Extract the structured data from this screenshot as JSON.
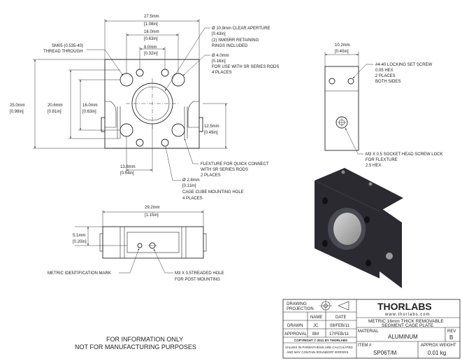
{
  "front_view": {
    "width": "27.5mm",
    "width_in": "[1.08in]",
    "rod_spacing": "16.0mm",
    "rod_spacing_in": "[0.63in]",
    "inner_spacing": "8.0mm",
    "inner_spacing_in": "[0.32in]",
    "height": "25.0mm",
    "height_in": "[0.98in]",
    "h2": "20.6mm",
    "h2_in": "[0.81in]",
    "h3": "16.0mm",
    "h3_in": "[0.63in]",
    "h4": "12.5mm",
    "h4_in": "[0.49in]",
    "offset": "13.8mm",
    "offset_in": "[0.54in]",
    "callouts": {
      "thread": [
        "SM05 (0.535-40)",
        "THREAD THROUGH"
      ],
      "aperture": [
        "Ø 10.9mm CLEAR APERTURE",
        "[0.43in]",
        "(2) SM05RR RETAINING",
        "RINGS INCLUDED"
      ],
      "rods": [
        "Ø 4.0mm",
        "[0.16in]",
        "FOR USE WITH SR SERIES RODS",
        "4 PLACES"
      ],
      "flexure": [
        "FLEXTURE FOR QUICK CONNECT",
        "WITH SR SERIES RODS",
        "2 PLACES"
      ],
      "cage_hole": [
        "Ø 2.8mm",
        "[0.11in]",
        "CAGE CUBE MOUNTING HOLE",
        "4 PLACES"
      ]
    }
  },
  "side_view": {
    "width": "10.2mm",
    "width_in": "[0.40in]",
    "callouts": {
      "set_screw": [
        "#4-40 LOCKING SET SCREW",
        "0.05 HEX",
        "2 PLACES",
        "BOTH SIDES"
      ],
      "cap_screw": [
        "M3 X 0.5 SOCKET HEAD SCREW LOCK",
        "FOR FLEXTURE",
        "2.5 HEX"
      ]
    }
  },
  "bottom_view": {
    "width": "29.2mm",
    "width_in": "[1.15in]",
    "depth": "5.1mm",
    "depth_in": "[0.20in]",
    "callouts": {
      "metric_mark": "METRIC IDENTIFICATION MARK",
      "post_hole": [
        "M3 X 0.5TREADED HOLE",
        "FOR POST MOUNTING"
      ]
    }
  },
  "disclaimer": [
    "FOR INFORMATION ONLY",
    "NOT FOR MANUFACTURING PURPOSES"
  ],
  "title_block": {
    "projection_label": [
      "DRAWING",
      "PROJECTION"
    ],
    "brand": "THORLABS",
    "website": "www.thorlabs.com",
    "title": [
      "METRIC 16mm THICK REMOVABLE",
      "SEGMENT CAGE PLATE"
    ],
    "name_header": "NAME",
    "date_header": "DATE",
    "rows": [
      {
        "label": "DRAWN",
        "name": "JC",
        "date": "08/FEB/11"
      },
      {
        "label": "APPROVAL",
        "name": "BM",
        "date": "17/FEB/11"
      }
    ],
    "copyright": "COPYRIGHT © 2011 BY THORLABS",
    "note": [
      "VALUES IN PARENTHESIS ARE CALCULATED",
      "AND MAY CONTAIN ROUNDOFF ERRORS"
    ],
    "material_label": "MATERIAL",
    "material": "ALUMINUM",
    "rev_label": "REV",
    "rev": "B",
    "item_label": "ITEM #",
    "item": "SP06T/M",
    "weight_label": "APPROX WEIGHT",
    "weight": "0.01 kg"
  }
}
